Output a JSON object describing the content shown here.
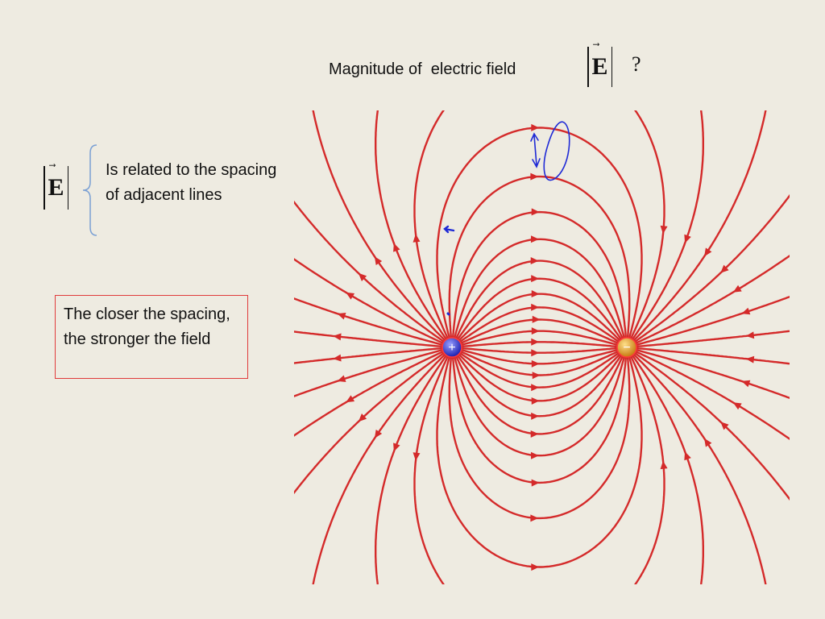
{
  "title": "Magnitude of  electric field",
  "symbol": "E",
  "arrow": "⃗",
  "question_mark": "?",
  "related_text": "Is related to the spacing of adjacent lines",
  "closer_text": "The closer the spacing, the stronger the field",
  "charges": {
    "positive": {
      "sign": "+",
      "color": "#2a2fd0"
    },
    "negative": {
      "sign": "−",
      "color": "#e0a020"
    }
  },
  "colors": {
    "background": "#eeebe1",
    "field_line": "#d42a2a",
    "annotation_pen": "#1f2ad6",
    "brace": "#7aa0d4"
  }
}
